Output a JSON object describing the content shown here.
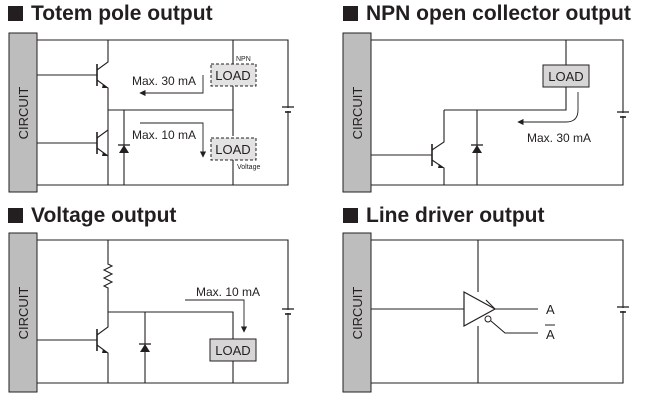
{
  "panels": {
    "totem_pole": {
      "title": "Totem pole output",
      "circuit_label": "CIRCUIT",
      "load_top": "LOAD",
      "load_top_tag": "NPN",
      "load_bottom": "LOAD",
      "load_bottom_tag": "Voltage",
      "current_top": "Max. 30 mA",
      "current_bottom": "Max. 10 mA"
    },
    "npn_open_collector": {
      "title": "NPN open collector output",
      "circuit_label": "CIRCUIT",
      "load": "LOAD",
      "current": "Max. 30 mA"
    },
    "voltage": {
      "title": "Voltage output",
      "circuit_label": "CIRCUIT",
      "load": "LOAD",
      "current": "Max. 10 mA"
    },
    "line_driver": {
      "title": "Line driver output",
      "circuit_label": "CIRCUIT",
      "out_a": "A",
      "out_a_bar": "A"
    }
  },
  "colors": {
    "ink": "#231f20",
    "circuit_block": "#bdbdbd",
    "load_fill": "#d6d6d6",
    "load_dashed_fill": "#e3e3e3"
  }
}
